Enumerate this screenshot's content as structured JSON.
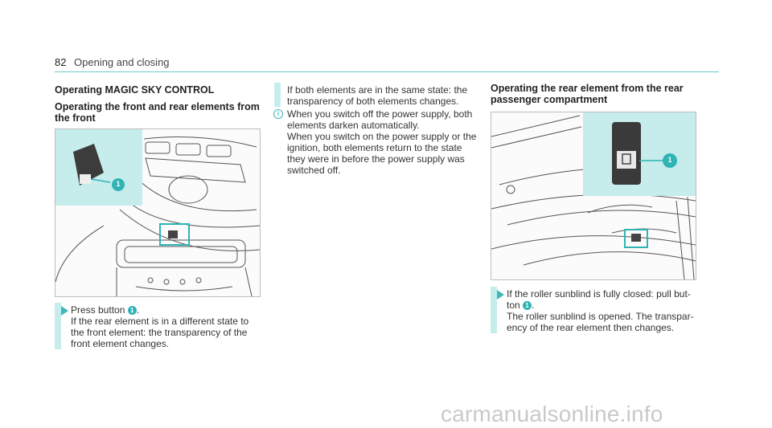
{
  "header": {
    "page_number": "82",
    "title": "Opening and closing"
  },
  "col1": {
    "heading1": "Operating MAGIC SKY CONTROL",
    "heading2_line1": "Operating the front and rear elements from",
    "heading2_line2": "the front",
    "figure_callout": "1",
    "step": {
      "line1": "Press button",
      "callout": "1",
      "line1_end": ".",
      "line2": "If the rear element is in a different state to",
      "line3": "the front element: the transparency of the",
      "line4": "front element changes."
    }
  },
  "col2": {
    "para_line1": "If both elements are in the same state: the",
    "para_line2": "transparency of both elements changes.",
    "info_line1": "When you switch off the power supply, both",
    "info_line2": "elements darken automatically.",
    "info_line3": "When you switch on the power supply or the",
    "info_line4": "ignition, both elements return to the state",
    "info_line5": "they were in before the power supply was",
    "info_line6": "switched off."
  },
  "col3": {
    "heading_line1": "Operating the rear element from the rear",
    "heading_line2": "passenger compartment",
    "figure_callout": "1",
    "step": {
      "line1": "If the roller sunblind is fully closed: pull but-",
      "line2_start": "ton",
      "callout": "1",
      "line2_end": ".",
      "line3": "The roller sunblind is opened. The transpar-",
      "line4": "ency of the rear element then changes."
    }
  },
  "watermark": "carmanualsonline.info",
  "colors": {
    "accent": "#2fb3b5",
    "highlight": "#c7ecec",
    "rule": "#6ec6c8"
  },
  "icons": {
    "info": "info-icon",
    "step_arrow": "triangle-right-icon",
    "callout": "numbered-callout-icon"
  }
}
